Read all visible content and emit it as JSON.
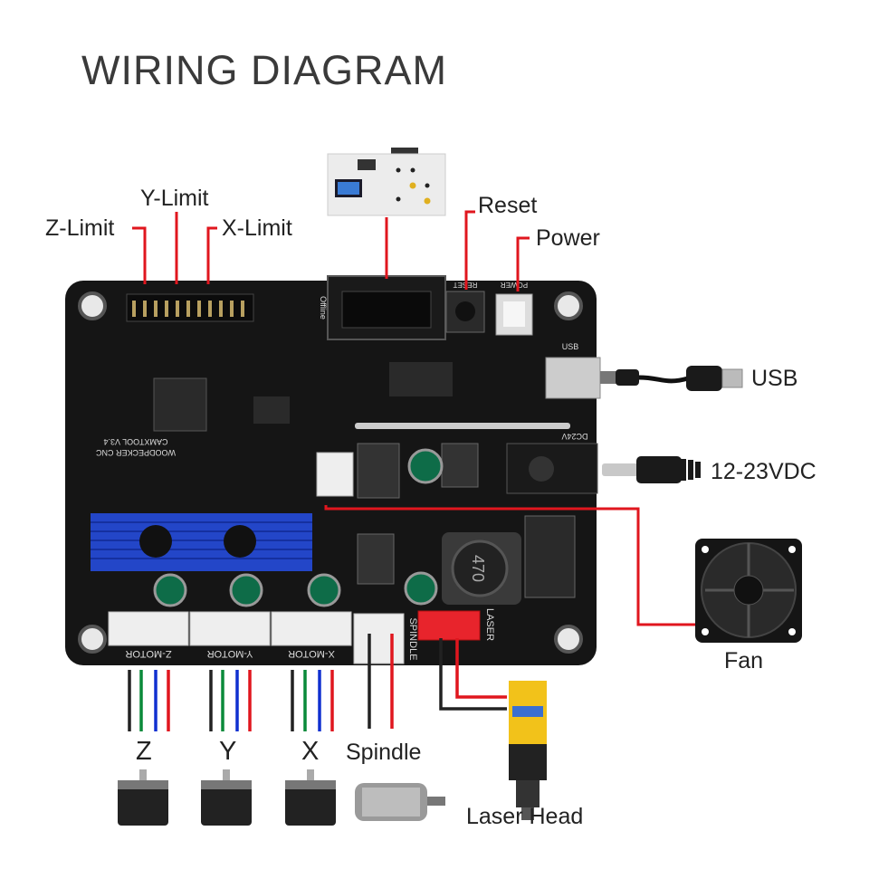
{
  "title": "WIRING DIAGRAM",
  "labels": {
    "z_limit": "Z-Limit",
    "y_limit": "Y-Limit",
    "x_limit": "X-Limit",
    "reset": "Reset",
    "power": "Power",
    "usb": "USB",
    "dc": "12-23VDC",
    "fan": "Fan",
    "z": "Z",
    "y": "Y",
    "x": "X",
    "spindle": "Spindle",
    "laser_head": "Laser Head"
  },
  "board_silk": {
    "z_motor": "Z-MOTOR",
    "y_motor": "Y-MOTOR",
    "x_motor": "X-MOTOR",
    "spindle": "SPINDLE",
    "laser": "LASER",
    "brand": "WOODPECKER CNC",
    "model": "CAMXTOOL V3.4",
    "offline": "Offline",
    "reset": "RESET",
    "power": "POWER",
    "usb": "USB",
    "dc": "DC24V",
    "inductor": "470"
  },
  "colors": {
    "wire_red": "#e0161e",
    "wire_black": "#222222",
    "wire_green": "#0a8a3a",
    "wire_blue": "#1030d0",
    "board": "#151515",
    "heatsink": "#2346c8",
    "laser_body": "#f2c21a"
  }
}
